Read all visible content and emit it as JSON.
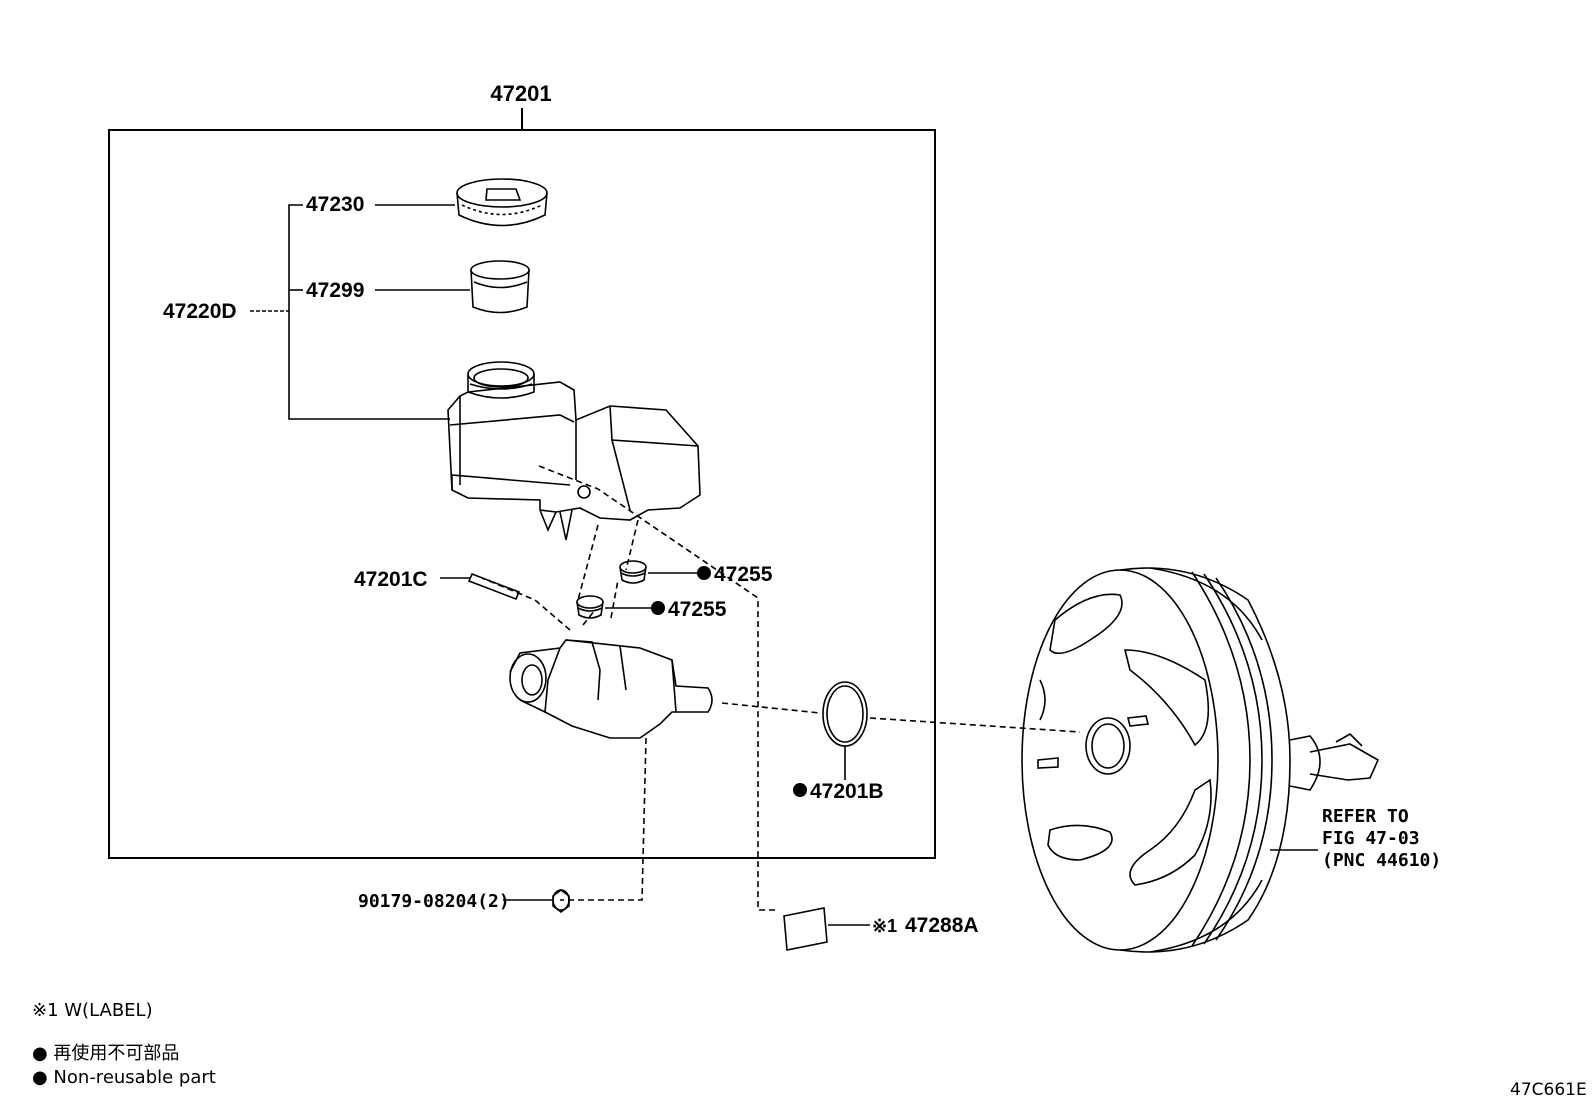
{
  "assembly_label": "47201",
  "parts": {
    "cap": "47230",
    "strainer": "47299",
    "reservoir_sub_assy": "47220D",
    "pin": "47201C",
    "grommet_upper": "47255",
    "grommet_lower": "47255",
    "o_ring": "47201B",
    "nut": "90179-08204(2)",
    "label_part": "47288A",
    "label_marker": "※1"
  },
  "refer_note": {
    "line1": "REFER TO",
    "line2": "FIG 47-03",
    "line3": "(PNC 44610)"
  },
  "legend": {
    "note1": "※1 W(LABEL)",
    "non_reusable_jp": "● 再使用不可部品",
    "non_reusable_en": "● Non-reusable part"
  },
  "figure_code": "47C661E"
}
